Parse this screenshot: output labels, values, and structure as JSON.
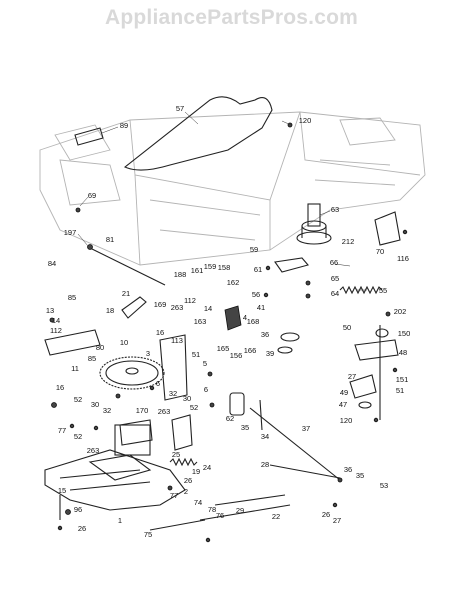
{
  "watermark": "AppliancePartsPros.com",
  "callouts": [
    {
      "id": "c57",
      "text": "57"
    },
    {
      "id": "c89",
      "text": "89"
    },
    {
      "id": "c120a",
      "text": "120"
    },
    {
      "id": "c69",
      "text": "69"
    },
    {
      "id": "c63",
      "text": "63"
    },
    {
      "id": "c197",
      "text": "197"
    },
    {
      "id": "c81",
      "text": "81"
    },
    {
      "id": "c59",
      "text": "59"
    },
    {
      "id": "c212",
      "text": "212"
    },
    {
      "id": "c70",
      "text": "70"
    },
    {
      "id": "c116",
      "text": "116"
    },
    {
      "id": "c84",
      "text": "84"
    },
    {
      "id": "c61",
      "text": "61"
    },
    {
      "id": "c66",
      "text": "66"
    },
    {
      "id": "c65",
      "text": "65"
    },
    {
      "id": "c85",
      "text": "85"
    },
    {
      "id": "c188",
      "text": "188"
    },
    {
      "id": "c161",
      "text": "161"
    },
    {
      "id": "c159",
      "text": "159"
    },
    {
      "id": "c158",
      "text": "158"
    },
    {
      "id": "c162",
      "text": "162"
    },
    {
      "id": "c21",
      "text": "21"
    },
    {
      "id": "c169",
      "text": "169"
    },
    {
      "id": "c263a",
      "text": "263"
    },
    {
      "id": "c56",
      "text": "56"
    },
    {
      "id": "c64",
      "text": "64"
    },
    {
      "id": "c55",
      "text": "55"
    },
    {
      "id": "c112a",
      "text": "112"
    },
    {
      "id": "c41",
      "text": "41"
    },
    {
      "id": "c13",
      "text": "13"
    },
    {
      "id": "c14a",
      "text": "14"
    },
    {
      "id": "c18",
      "text": "18"
    },
    {
      "id": "c14b",
      "text": "14"
    },
    {
      "id": "c202",
      "text": "202"
    },
    {
      "id": "c163",
      "text": "163"
    },
    {
      "id": "c112b",
      "text": "112"
    },
    {
      "id": "c4",
      "text": "4"
    },
    {
      "id": "c168",
      "text": "168"
    },
    {
      "id": "c50",
      "text": "50"
    },
    {
      "id": "c150",
      "text": "150"
    },
    {
      "id": "c80",
      "text": "80"
    },
    {
      "id": "c16a",
      "text": "16"
    },
    {
      "id": "c113",
      "text": "113"
    },
    {
      "id": "c36a",
      "text": "36"
    },
    {
      "id": "c10",
      "text": "10"
    },
    {
      "id": "c85b",
      "text": "85"
    },
    {
      "id": "c51a",
      "text": "51"
    },
    {
      "id": "c3",
      "text": "3"
    },
    {
      "id": "c165",
      "text": "165"
    },
    {
      "id": "c156",
      "text": "156"
    },
    {
      "id": "c166",
      "text": "166"
    },
    {
      "id": "c39",
      "text": "39"
    },
    {
      "id": "c48",
      "text": "48"
    },
    {
      "id": "c11",
      "text": "11"
    },
    {
      "id": "c5",
      "text": "5"
    },
    {
      "id": "c27a",
      "text": "27"
    },
    {
      "id": "c151",
      "text": "151"
    },
    {
      "id": "c6",
      "text": "6"
    },
    {
      "id": "c49",
      "text": "49"
    },
    {
      "id": "c51b",
      "text": "51"
    },
    {
      "id": "c6b",
      "text": "6"
    },
    {
      "id": "c16b",
      "text": "16"
    },
    {
      "id": "c47",
      "text": "47"
    },
    {
      "id": "c52a",
      "text": "52"
    },
    {
      "id": "c30a",
      "text": "30"
    },
    {
      "id": "c30b",
      "text": "30"
    },
    {
      "id": "c32a",
      "text": "32"
    },
    {
      "id": "c52b",
      "text": "52"
    },
    {
      "id": "c120b",
      "text": "120"
    },
    {
      "id": "c62",
      "text": "62"
    },
    {
      "id": "c35a",
      "text": "35"
    },
    {
      "id": "c170",
      "text": "170"
    },
    {
      "id": "c32b",
      "text": "32"
    },
    {
      "id": "c263b",
      "text": "263"
    },
    {
      "id": "c34",
      "text": "34"
    },
    {
      "id": "c37",
      "text": "37"
    },
    {
      "id": "c77a",
      "text": "77"
    },
    {
      "id": "c52c",
      "text": "52"
    },
    {
      "id": "c263c",
      "text": "263"
    },
    {
      "id": "c25",
      "text": "25"
    },
    {
      "id": "c24",
      "text": "24"
    },
    {
      "id": "c19",
      "text": "19"
    },
    {
      "id": "c26a",
      "text": "26"
    },
    {
      "id": "c2",
      "text": "2"
    },
    {
      "id": "c36b",
      "text": "36"
    },
    {
      "id": "c35b",
      "text": "35"
    },
    {
      "id": "c28",
      "text": "28"
    },
    {
      "id": "c15",
      "text": "15"
    },
    {
      "id": "c53",
      "text": "53"
    },
    {
      "id": "c77b",
      "text": "77"
    },
    {
      "id": "c74",
      "text": "74"
    },
    {
      "id": "c96",
      "text": "96"
    },
    {
      "id": "c78",
      "text": "78"
    },
    {
      "id": "c76",
      "text": "76"
    },
    {
      "id": "c29",
      "text": "29"
    },
    {
      "id": "c26b",
      "text": "26"
    },
    {
      "id": "c27b",
      "text": "27"
    },
    {
      "id": "c1",
      "text": "1"
    },
    {
      "id": "c22",
      "text": "22"
    },
    {
      "id": "c26c",
      "text": "26"
    },
    {
      "id": "c75",
      "text": "75"
    }
  ]
}
